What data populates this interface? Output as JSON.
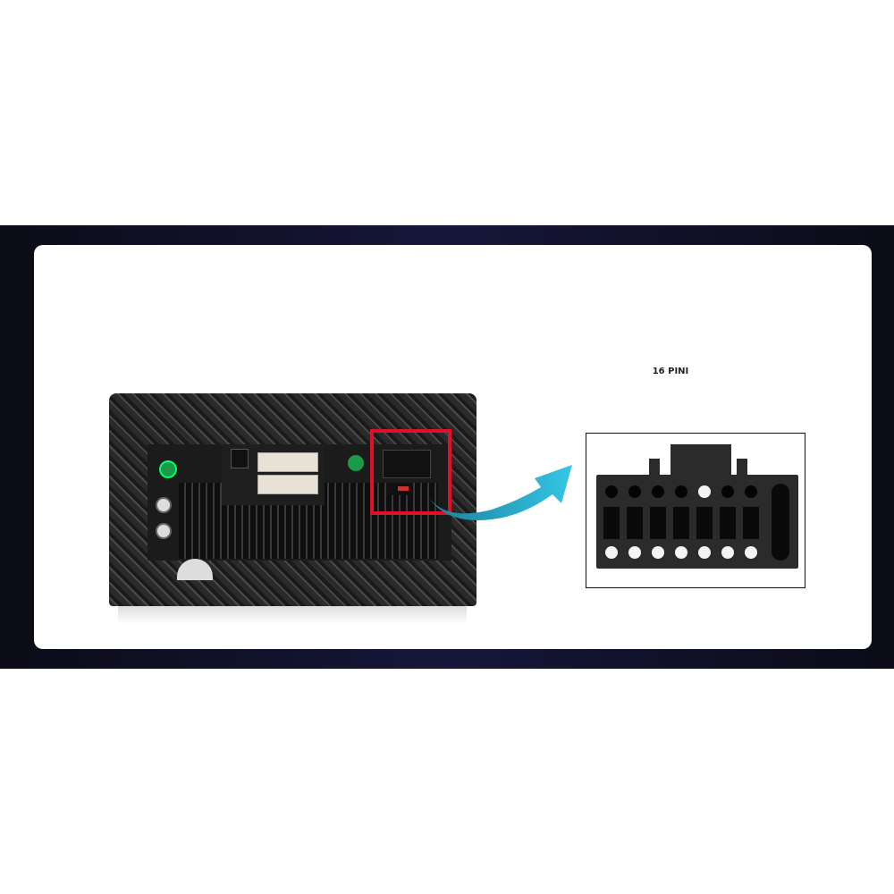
{
  "connector_label": "16 PINI",
  "colors": {
    "highlight": "#e0102a",
    "arrow": "#2aa8c8",
    "band": "#12132b"
  },
  "icons": [
    "head-unit-rear-image",
    "arrow-icon",
    "connector-16-pin-image"
  ]
}
